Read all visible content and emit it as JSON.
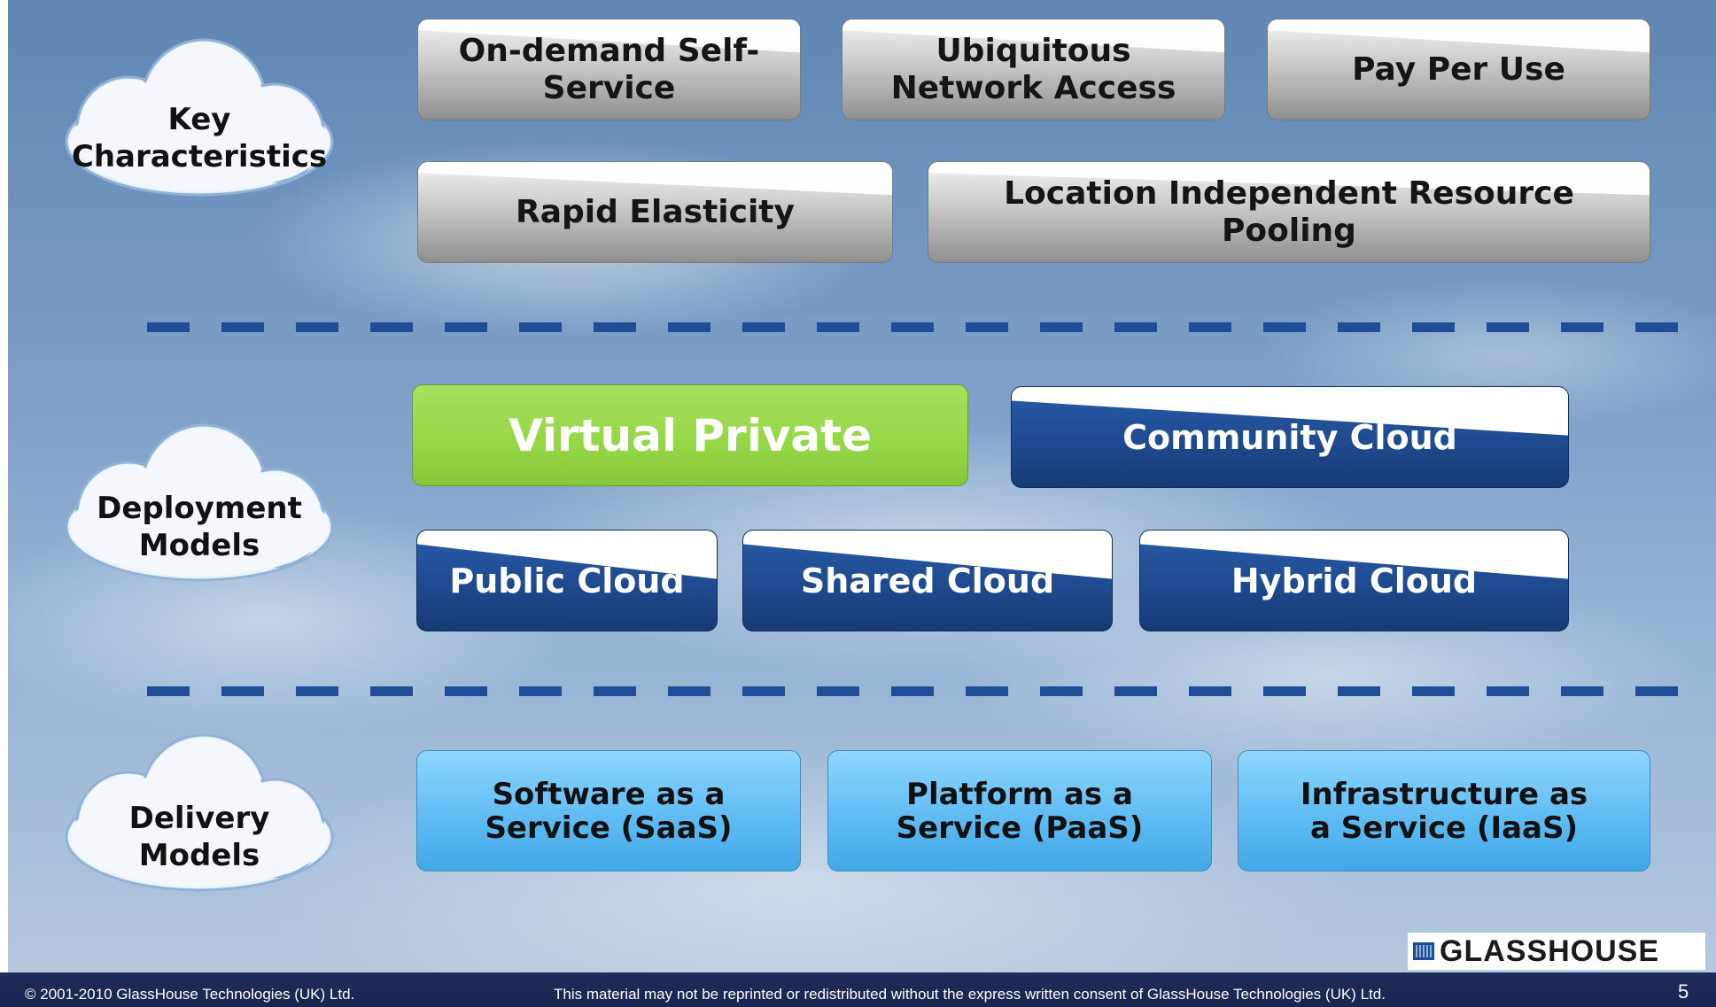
{
  "key_characteristics": {
    "label": "Key\nCharacteristics",
    "items": [
      "On-demand Self-\nService",
      "Ubiquitous\nNetwork Access",
      "Pay Per Use",
      "Rapid Elasticity",
      "Location Independent Resource\nPooling"
    ]
  },
  "deployment_models": {
    "label": "Deployment\nModels",
    "items": [
      "Virtual Private",
      "Community Cloud",
      "Public Cloud",
      "Shared Cloud",
      "Hybrid Cloud"
    ]
  },
  "delivery_models": {
    "label": "Delivery\nModels",
    "items": [
      "Software as a\nService (SaaS)",
      "Platform as a\nService (PaaS)",
      "Infrastructure as\na Service (IaaS)"
    ]
  },
  "footer": {
    "copyright": "© 2001-2010 GlassHouse Technologies (UK) Ltd.",
    "notice": "This material may not be reprinted or redistributed without the express written consent of GlassHouse Technologies (UK) Ltd.",
    "page": "5"
  },
  "logo": {
    "text": "GLASSHOUSE"
  },
  "colors": {
    "accent_blue": "#1e4a8f",
    "highlight_green": "#94d645",
    "light_blue": "#5cbaf2"
  }
}
